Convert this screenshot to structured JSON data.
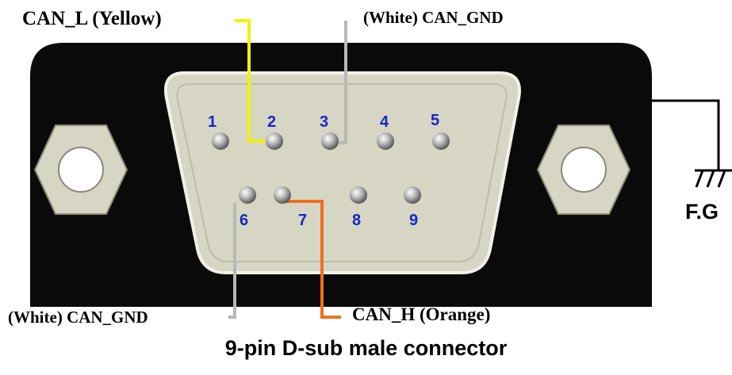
{
  "labels": {
    "can_l_top": "CAN_L (Yellow)",
    "can_gnd_top": "(White) CAN_GND",
    "can_gnd_bottom": "(White) CAN_GND",
    "can_h_bottom": "CAN_H (Orange)",
    "frame_ground": "F.G",
    "caption": "9-pin D-sub male connector"
  },
  "pins": {
    "top_row": [
      "1",
      "2",
      "3",
      "4",
      "5"
    ],
    "bottom_row": [
      "6",
      "7",
      "8",
      "9"
    ]
  },
  "colors": {
    "housing": "#0a0a0a",
    "shell_face": "#d7d5c4",
    "pin_number": "#1428c8",
    "wire_yellow": "#f5f000",
    "wire_white": "#b8b8b8",
    "wire_orange": "#f07020"
  }
}
